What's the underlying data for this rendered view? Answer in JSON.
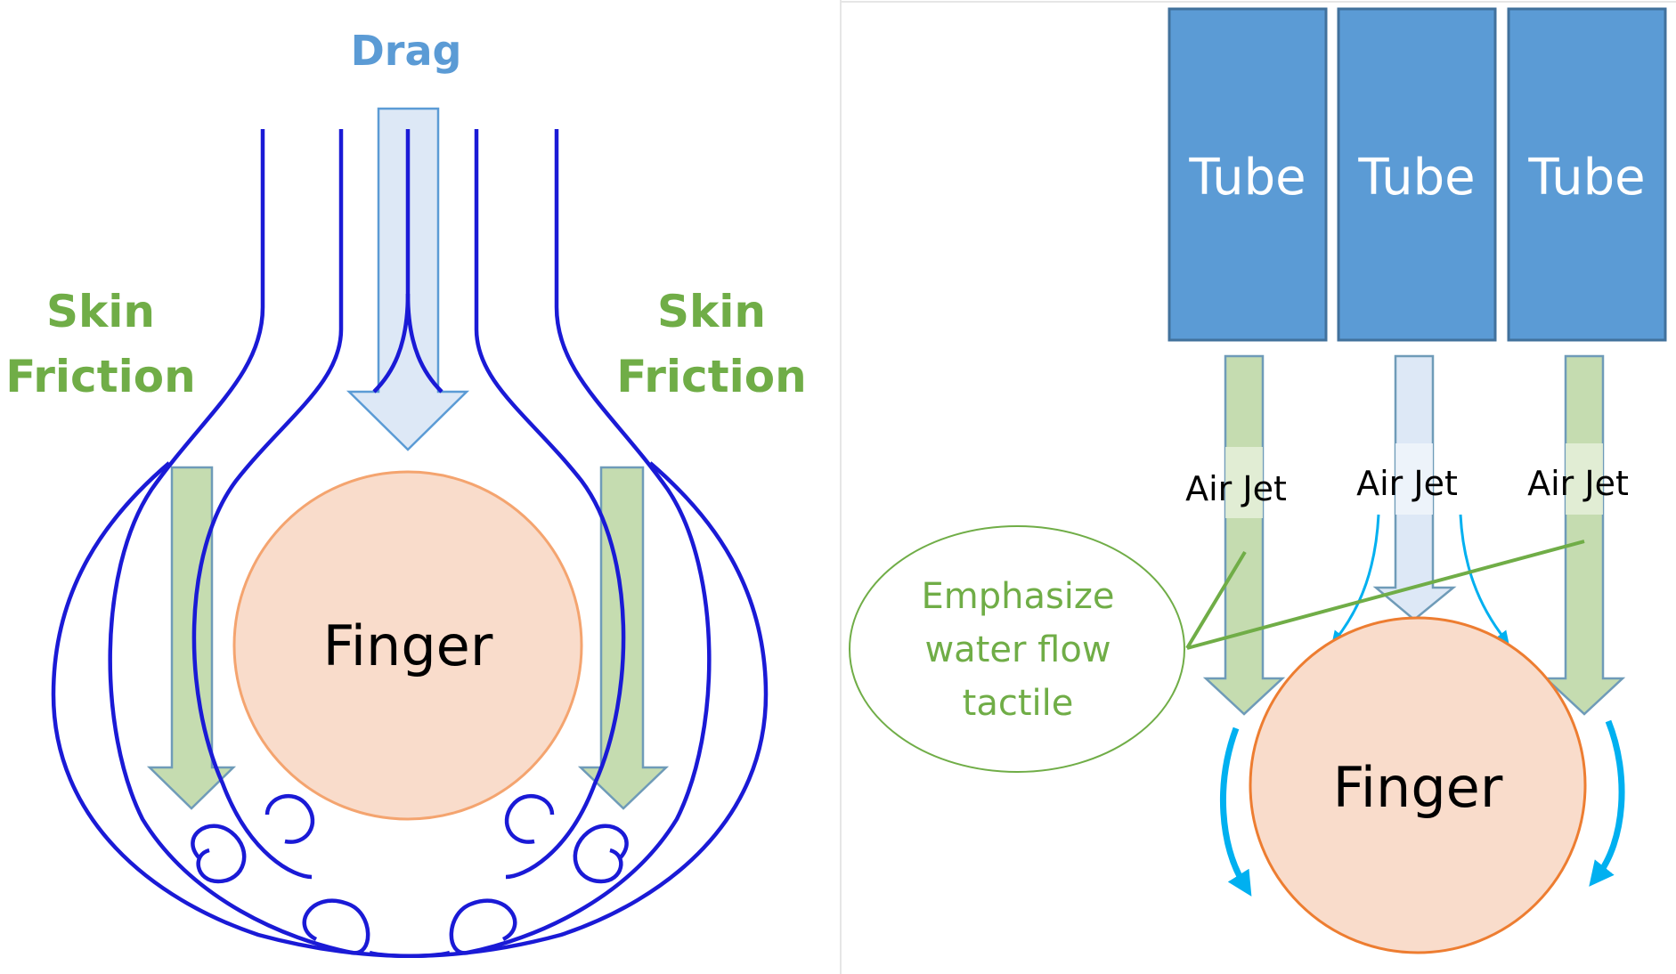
{
  "left_diagram": {
    "drag_label": "Drag",
    "skin_friction_left": [
      "Skin",
      "Friction"
    ],
    "skin_friction_right": [
      "Skin",
      "Friction"
    ],
    "finger_label": "Finger"
  },
  "right_diagram": {
    "tubes": [
      "Tube",
      "Tube",
      "Tube"
    ],
    "air_jets": [
      "Air Jet",
      "Air Jet",
      "Air Jet"
    ],
    "callout": [
      "Emphasize",
      "water flow",
      "tactile"
    ],
    "finger_label": "Finger"
  },
  "colors": {
    "flow_line": "#1a1ad6",
    "green_label": "#70ad47",
    "drag_blue": "#5b9bd5",
    "tube_fill": "#5b9bd5",
    "finger_fill": "#f9dccb",
    "finger_stroke": "#f4a46f",
    "cyan_arrow": "#00b0f0"
  }
}
